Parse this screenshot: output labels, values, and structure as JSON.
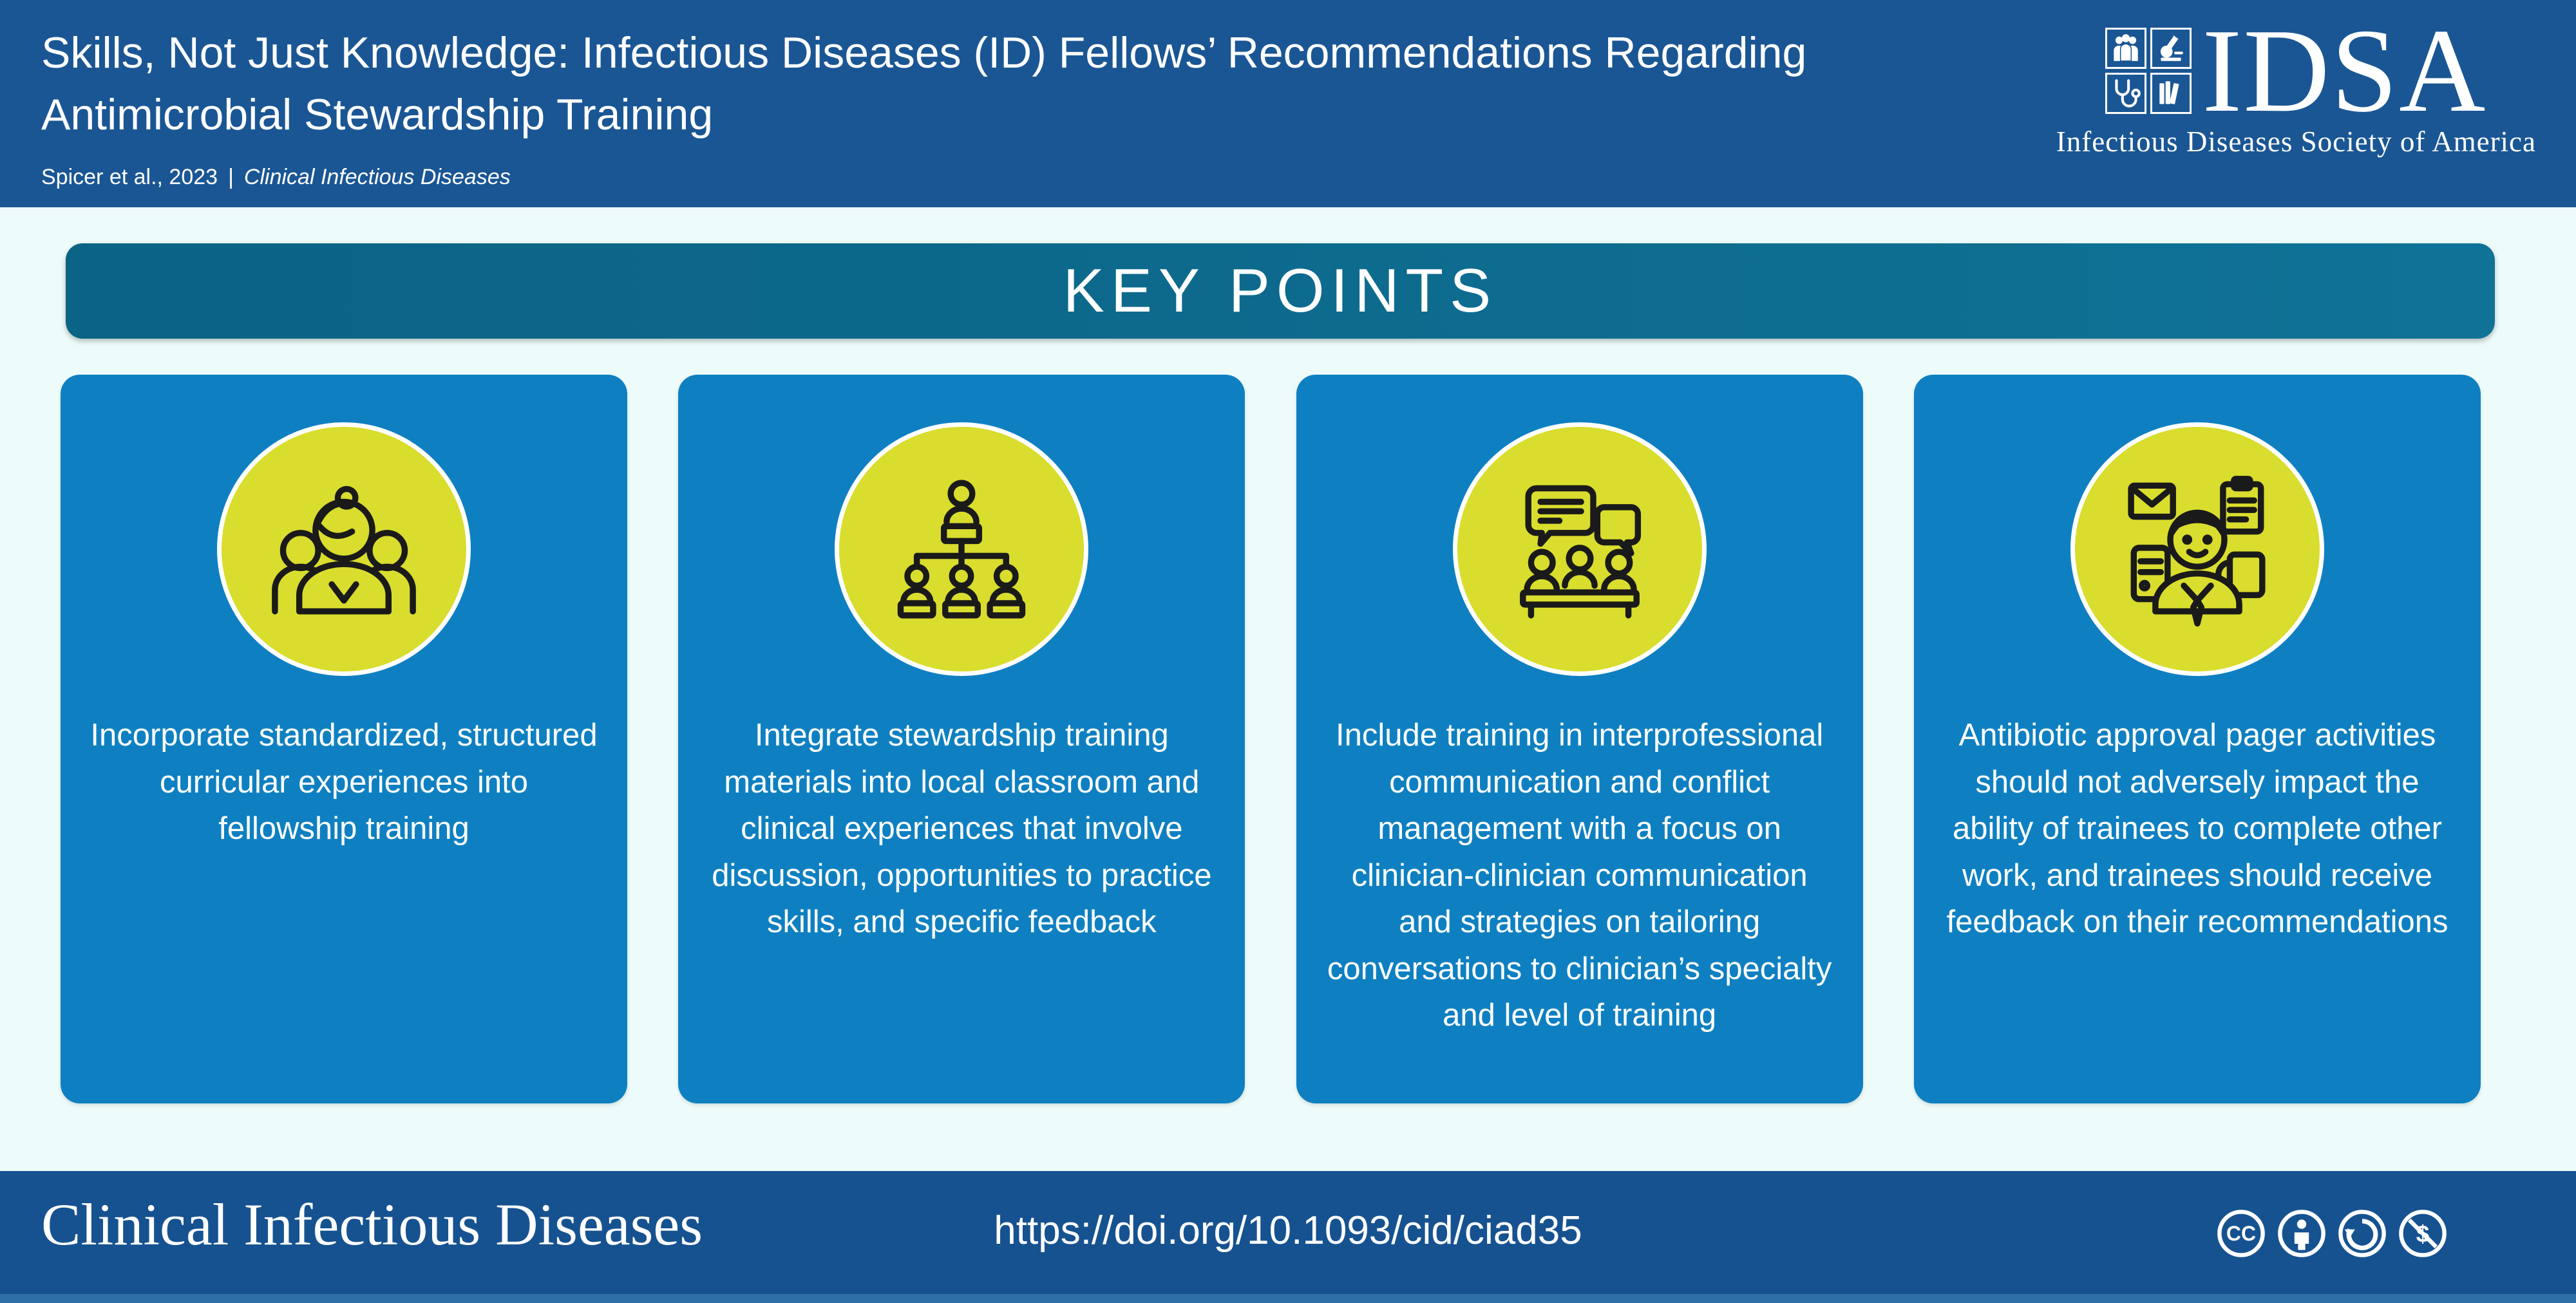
{
  "header": {
    "title_line1": "Skills, Not Just Knowledge: Infectious Diseases (ID) Fellows’ Recommendations Regarding",
    "title_line2": "Antimicrobial Stewardship Training",
    "byline_authors": "Spicer et al., 2023",
    "byline_separator": "|",
    "byline_journal": "Clinical Infectious Diseases",
    "logo": {
      "acronym": "IDSA",
      "caption": "Infectious Diseases Society of America"
    }
  },
  "banner": {
    "label": "KEY POINTS"
  },
  "key_points": [
    {
      "icon": "team-icon",
      "text": "Incorporate standardized, structured curricular experiences into fellowship training"
    },
    {
      "icon": "hierarchy-icon",
      "text": "Integrate stewardship training materials into local classroom and clinical experiences that involve discussion, opportunities to practice skills, and specific feedback"
    },
    {
      "icon": "discussion-icon",
      "text": "Include training in interprofessional communication and conflict management with a focus on clinician-clinician communication and strategies on tailoring conversations to clinician’s specialty and level of training"
    },
    {
      "icon": "multitask-icon",
      "text": "Antibiotic approval pager activities should not adversely impact the ability of trainees to complete other work, and trainees should receive feedback on their recommendations"
    }
  ],
  "footer": {
    "journal_name": "Clinical Infectious Diseases",
    "doi": "https://doi.org/10.1093/cid/ciad35",
    "license_icons": [
      "cc",
      "by",
      "sa",
      "nc"
    ]
  },
  "colors": {
    "header_blue": "#1a5694",
    "card_blue": "#0e80c1",
    "banner_teal": "#0b6385",
    "accent_yellow": "#d9dd2d",
    "footer_blue": "#165290",
    "footer_strip_blue": "#2e6fa8",
    "page_background": "#edfbfa",
    "text_white": "#ffffff",
    "icon_stroke": "#1a1a1a"
  }
}
